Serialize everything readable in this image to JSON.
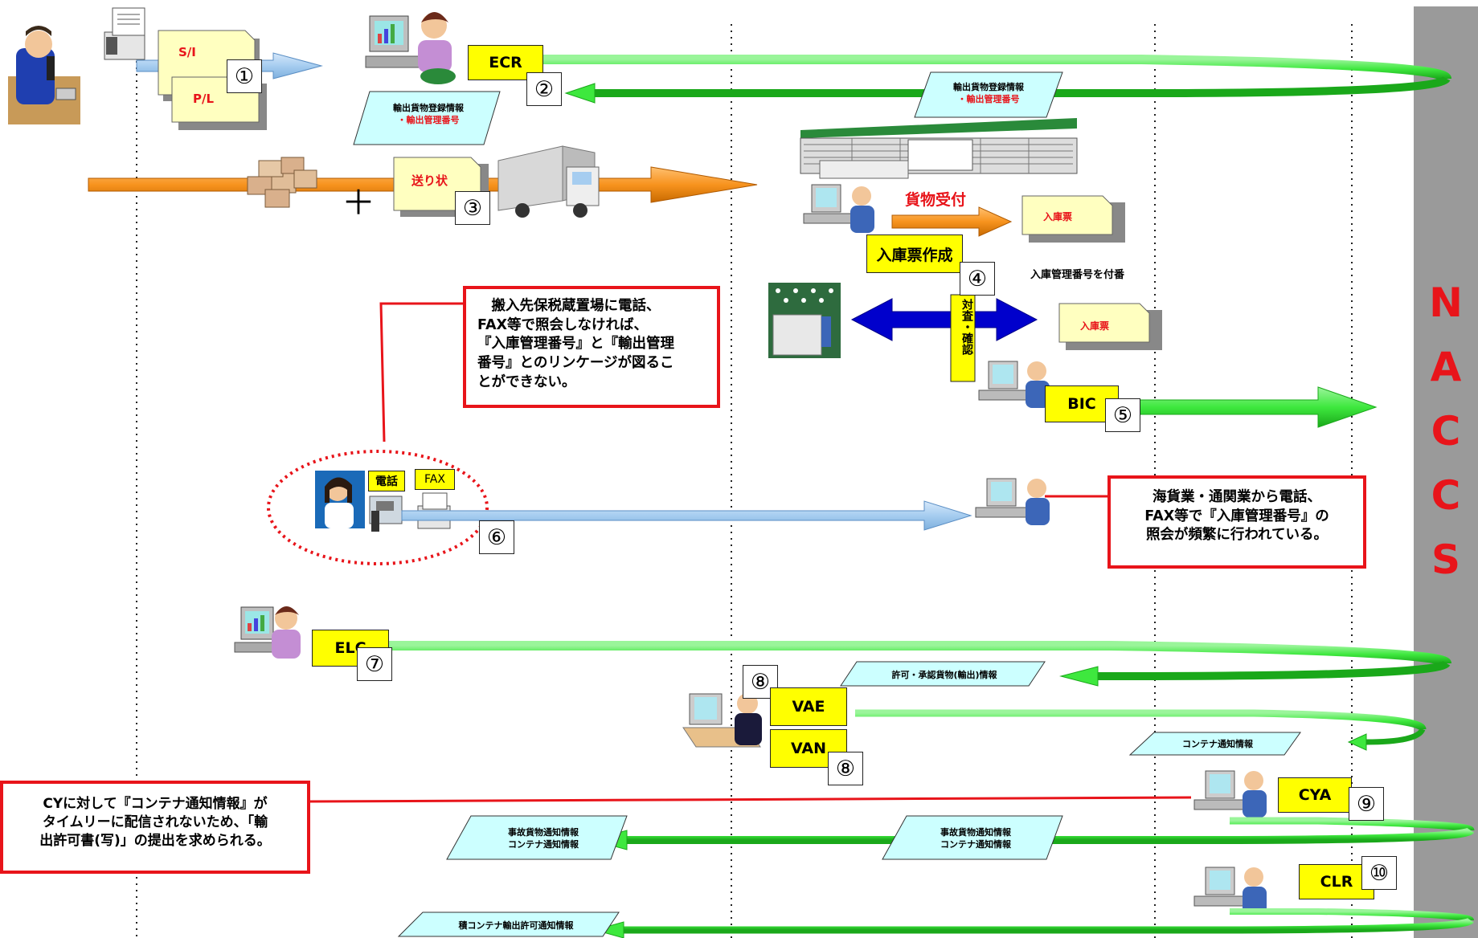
{
  "nodes": {
    "si": "S/I",
    "pl": "P/L",
    "ecr": "ECR",
    "okurijo": "送り状",
    "kamotsu_uketsuke": "貨物受付",
    "nyukohyo_1": "入庫票",
    "nyukohyo_sakusei": "入庫票作成",
    "fuban": "入庫管理番号を付番",
    "nyukohyo_2": "入庫票",
    "taisho": "対査・確認",
    "bic": "BIC",
    "denwa": "電話",
    "fax": "FAX",
    "elc": "ELC",
    "vae": "VAE",
    "van": "VAN",
    "cya": "CYA",
    "clr": "CLR"
  },
  "numbers": {
    "n1": "①",
    "n2": "②",
    "n3": "③",
    "n4": "④",
    "n5": "⑤",
    "n6": "⑥",
    "n7": "⑦",
    "n8a": "⑧",
    "n8b": "⑧",
    "n9": "⑨",
    "n10": "⑩"
  },
  "info": {
    "yushutsu_1_line1": "輸出貨物登録情報",
    "yushutsu_1_line2": "・輸出管理番号",
    "yushutsu_2_line1": "輸出貨物登録情報",
    "yushutsu_2_line2": "・輸出管理番号",
    "kyoka": "許可・承認貨物(輸出)情報",
    "container_tsuchi": "コンテナ通知情報",
    "jiko_1_line1": "事故貨物通知情報",
    "jiko_1_line2": "コンテナ通知情報",
    "jiko_2_line1": "事故貨物通知情報",
    "jiko_2_line2": "コンテナ通知情報",
    "seki_container": "積コンテナ輸出許可通知情報"
  },
  "notes": {
    "note1_line1": "　搬入先保税蔵置場に電話、",
    "note1_line2": "FAX等で照会しなければ、",
    "note1_line3": "『入庫管理番号』と『輸出管理",
    "note1_line4": "番号』とのリンケージが図るこ",
    "note1_line5": "とができない。",
    "note2_line1": "海貨業・通関業から電話、",
    "note2_line2": "FAX等で『入庫管理番号』の",
    "note2_line3": "照会が頻繁に行われている。",
    "note3_line1": "CYに対して『コンテナ通知情報』が",
    "note3_line2": "タイムリーに配信されないため、「輸",
    "note3_line3": "出許可書(写)」の提出を求められる。"
  },
  "naccs": [
    "N",
    "A",
    "C",
    "C",
    "S"
  ],
  "plus": "＋",
  "colors": {
    "green": "#3ee83e",
    "blue_light": "#a6cdf0",
    "orange": "#f7931e",
    "dark_blue": "#0000cc",
    "red": "#e8141a",
    "yellow": "#ffff00",
    "cyan_para": "#ccffff",
    "gray_bar": "#999999"
  }
}
